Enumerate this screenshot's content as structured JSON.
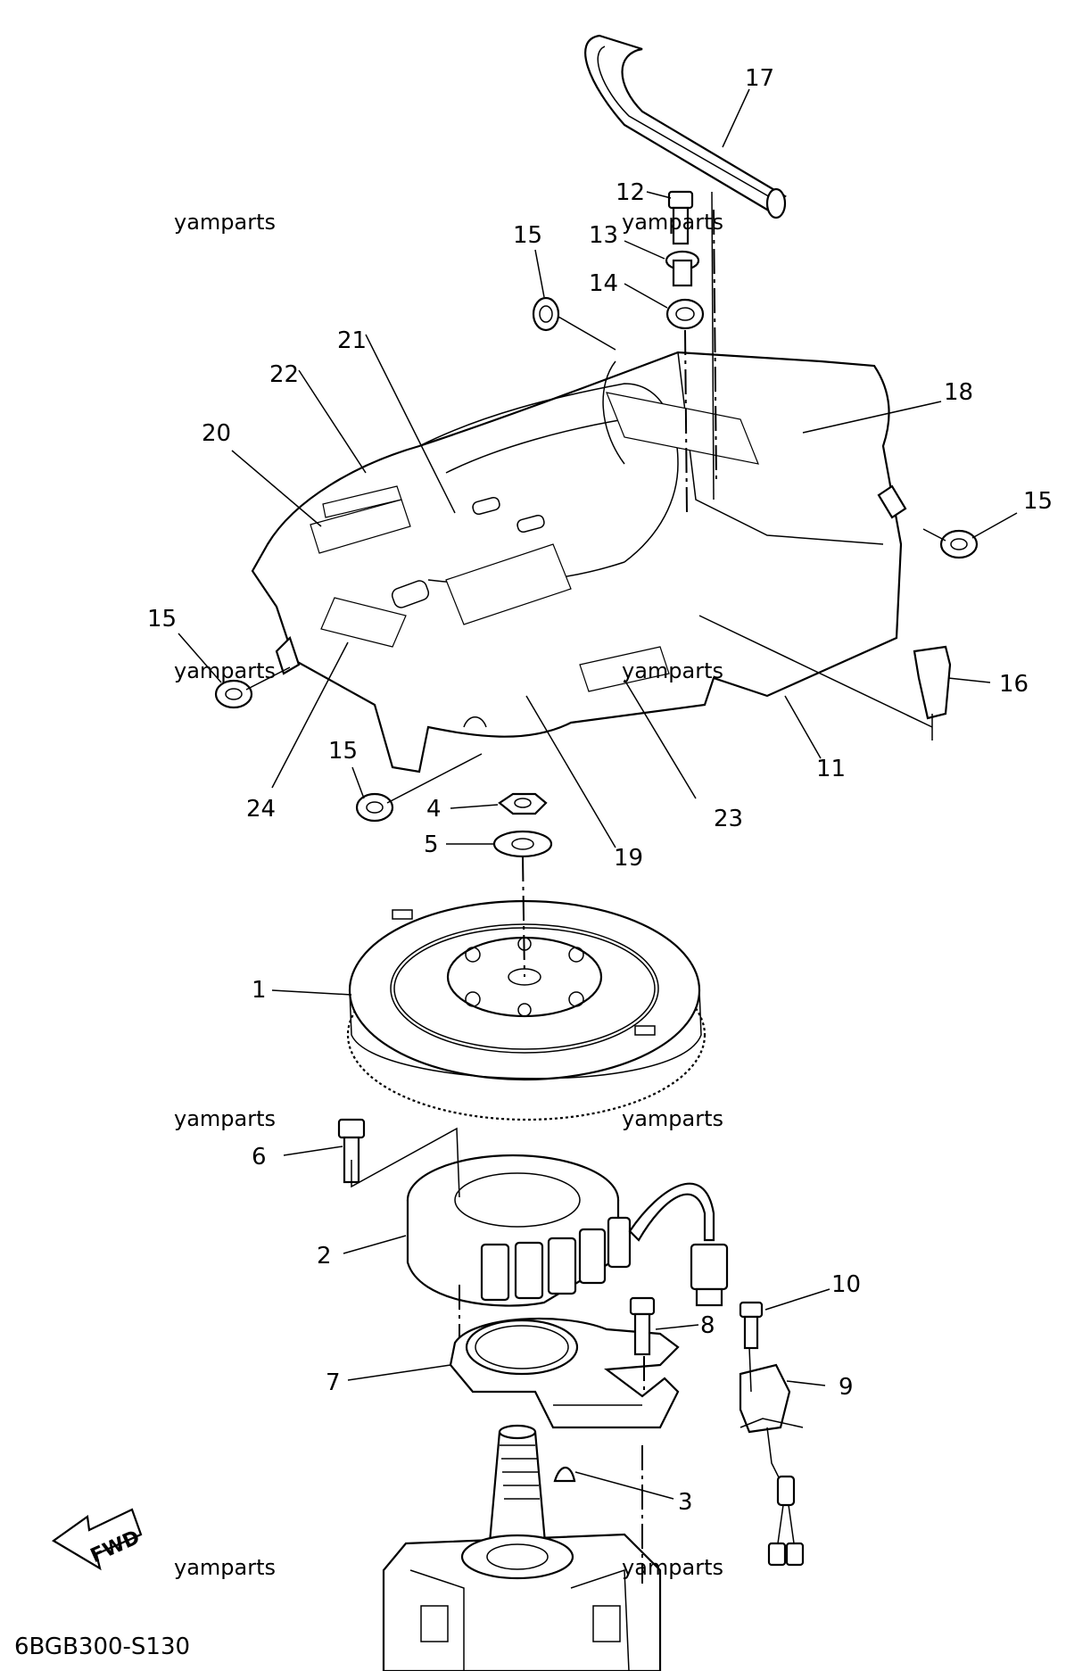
{
  "diagram_code": "6BGB300-S130",
  "watermark": "yamparts",
  "fwd_label": "FWD",
  "callouts": [
    {
      "id": "c1",
      "label": "1"
    },
    {
      "id": "c2",
      "label": "2"
    },
    {
      "id": "c3",
      "label": "3"
    },
    {
      "id": "c4",
      "label": "4"
    },
    {
      "id": "c5",
      "label": "5"
    },
    {
      "id": "c6",
      "label": "6"
    },
    {
      "id": "c7",
      "label": "7"
    },
    {
      "id": "c8",
      "label": "8"
    },
    {
      "id": "c9",
      "label": "9"
    },
    {
      "id": "c10",
      "label": "10"
    },
    {
      "id": "c11",
      "label": "11"
    },
    {
      "id": "c12",
      "label": "12"
    },
    {
      "id": "c13",
      "label": "13"
    },
    {
      "id": "c14",
      "label": "14"
    },
    {
      "id": "c15a",
      "label": "15"
    },
    {
      "id": "c15b",
      "label": "15"
    },
    {
      "id": "c15c",
      "label": "15"
    },
    {
      "id": "c15d",
      "label": "15"
    },
    {
      "id": "c16",
      "label": "16"
    },
    {
      "id": "c17",
      "label": "17"
    },
    {
      "id": "c18",
      "label": "18"
    },
    {
      "id": "c19",
      "label": "19"
    },
    {
      "id": "c20",
      "label": "20"
    },
    {
      "id": "c21",
      "label": "21"
    },
    {
      "id": "c22",
      "label": "22"
    },
    {
      "id": "c23",
      "label": "23"
    },
    {
      "id": "c24",
      "label": "24"
    }
  ]
}
